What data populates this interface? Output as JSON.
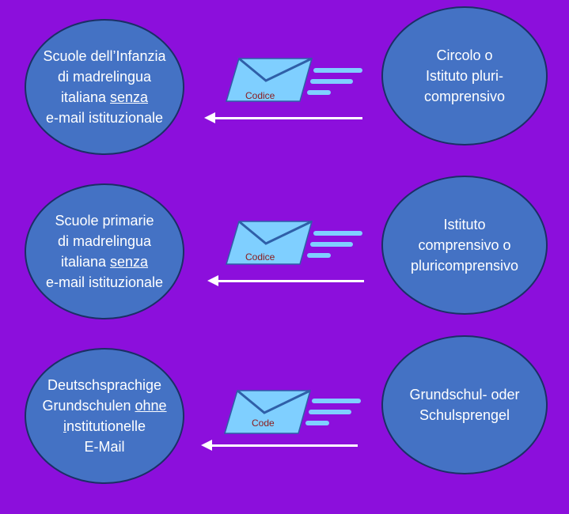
{
  "rows": [
    {
      "left": {
        "lines": [
          "Scuole dell’Infanzia",
          "di madrelingua"
        ],
        "line3_pre": "italiana ",
        "line3_u": "senza",
        "line4": "e-mail istituzionale"
      },
      "envelope_label": "Codice",
      "right": {
        "lines": [
          "Circolo o",
          "Istituto pluri-",
          "comprensivo"
        ]
      }
    },
    {
      "left": {
        "lines": [
          "Scuole primarie",
          "di madrelingua"
        ],
        "line3_pre": "italiana ",
        "line3_u": "senza",
        "line4": "e-mail istituzionale"
      },
      "envelope_label": "Codice",
      "right": {
        "lines": [
          "Istituto",
          "comprensivo o",
          "pluricomprensivo"
        ]
      }
    },
    {
      "left": {
        "line1": "Deutschsprachige",
        "line2_pre": "Grundschulen ",
        "line2_u": "ohne",
        "line3_u": "i",
        "line3_post": "nstitutionelle",
        "line4": "E-Mail"
      },
      "envelope_label": "Code",
      "right": {
        "lines": [
          "Grundschul- oder",
          "Schulsprengel"
        ]
      }
    }
  ],
  "colors": {
    "background": "#8c0fdc",
    "circle_fill": "#4472c4",
    "circle_border": "#1b2f66",
    "envelope_fill": "#7fcfff",
    "arrow": "#ffffff"
  },
  "icons": [
    "envelope-icon",
    "arrow-left-icon"
  ]
}
